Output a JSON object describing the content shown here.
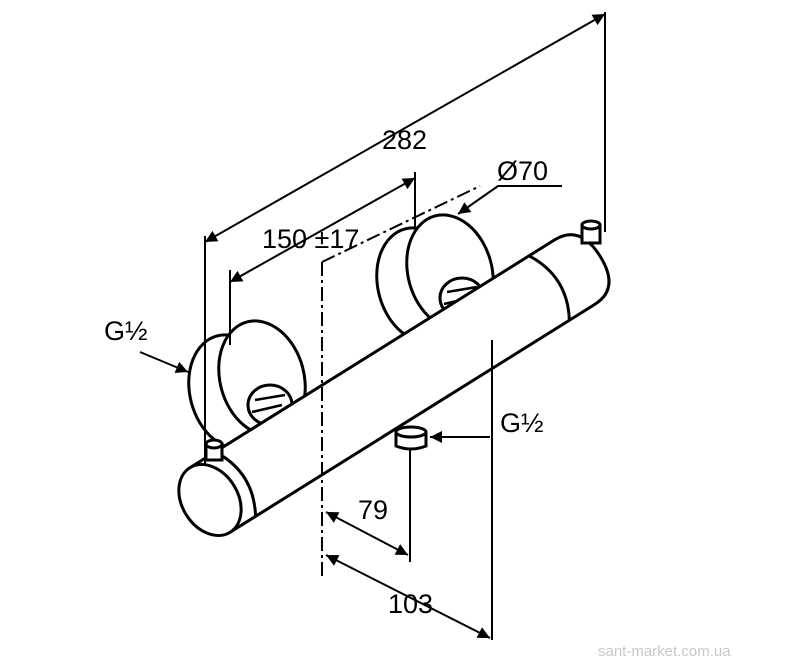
{
  "dimensions": {
    "overall_length": "282",
    "center_distance": "150 ±17",
    "diameter": "Ø70",
    "inlet_left": "G½",
    "outlet_bottom": "G½",
    "depth_inner": "79",
    "depth_outer": "103"
  },
  "watermark": "sant-market.com.ua",
  "colors": {
    "line": "#000000",
    "background": "#ffffff"
  }
}
